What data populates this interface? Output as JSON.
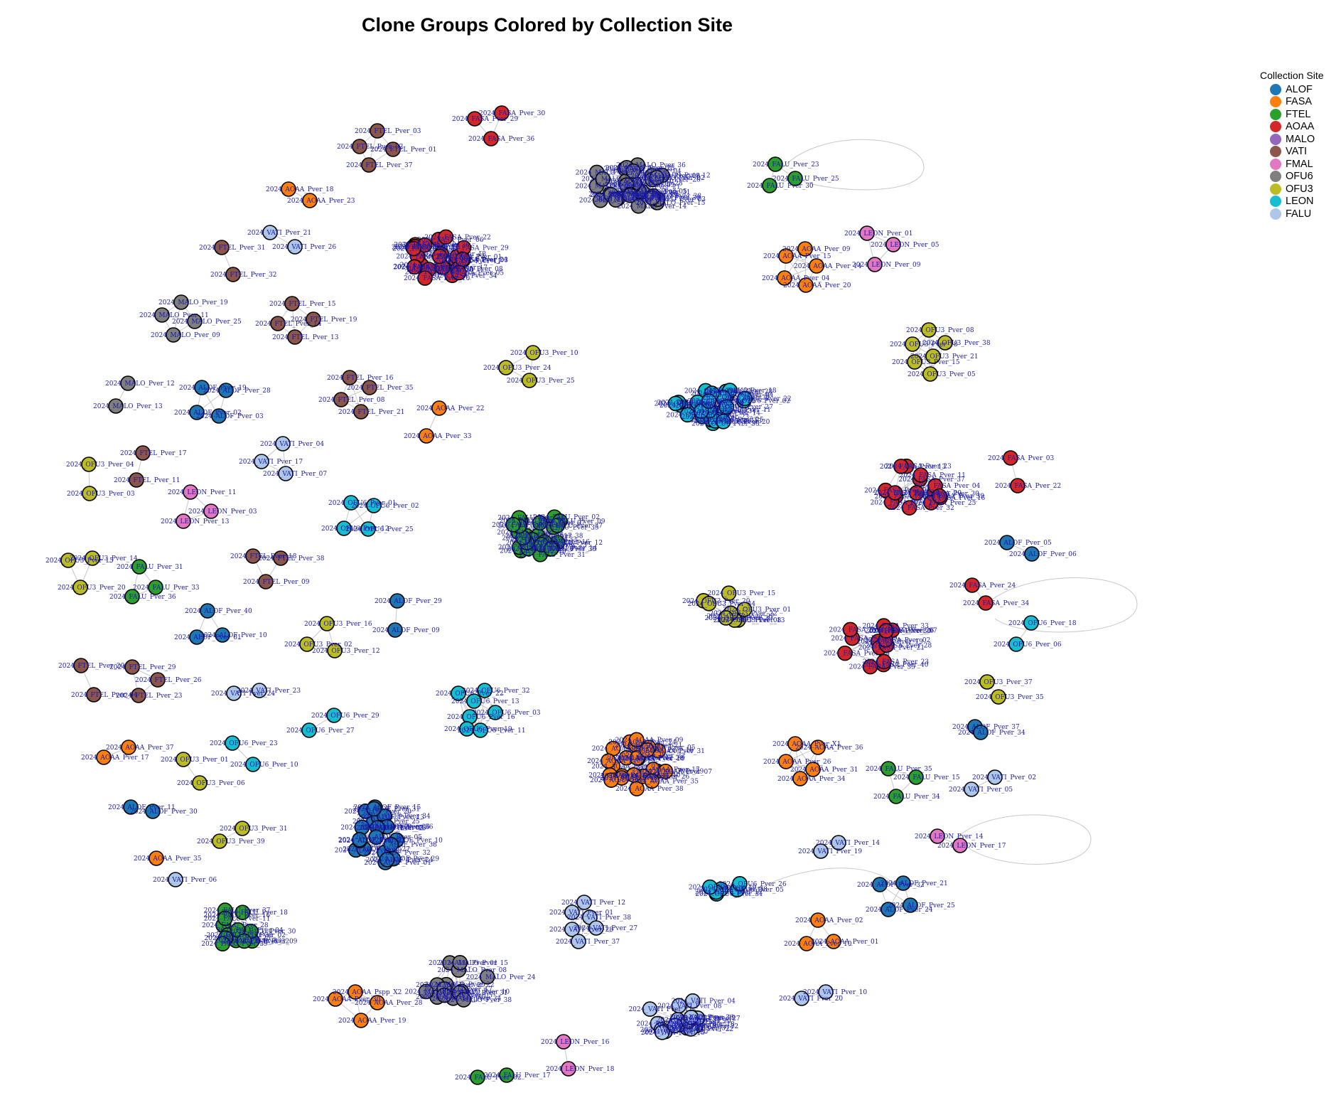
{
  "title": "Clone Groups Colored by Collection Site",
  "legend": {
    "title": "Collection Site",
    "items": [
      {
        "label": "ALOF",
        "color": "#1f77b4"
      },
      {
        "label": "FASA",
        "color": "#ff7f0e"
      },
      {
        "label": "FTEL",
        "color": "#2ca02c"
      },
      {
        "label": "AOAA",
        "color": "#d62728"
      },
      {
        "label": "MALO",
        "color": "#9467bd"
      },
      {
        "label": "VATI",
        "color": "#8c564b"
      },
      {
        "label": "FMAL",
        "color": "#e377c2"
      },
      {
        "label": "OFU6",
        "color": "#7f7f7f"
      },
      {
        "label": "OFU3",
        "color": "#bcbd22"
      },
      {
        "label": "LEON",
        "color": "#17becf"
      },
      {
        "label": "FALU",
        "color": "#aec7e8"
      }
    ]
  },
  "groups": [
    {
      "color": "#8c564b",
      "nodes": [
        {
          "label": "2024_FTEL_Pver_03"
        },
        {
          "label": "2024_FTEL_Pver_02"
        },
        {
          "label": "2024_FTEL_Pver_01"
        },
        {
          "label": "2024_FTEL_Pver_37"
        }
      ]
    },
    {
      "color": "#d62728",
      "nodes": [
        {
          "label": "2024_FASA_Pver_30"
        },
        {
          "label": "2024_FASA_Pver_29"
        },
        {
          "label": "2024_FASA_Pver_36"
        }
      ]
    },
    {
      "color": "#ff7f0e",
      "nodes": [
        {
          "label": "2024_AOAA_Pver_18"
        },
        {
          "label": "2024_AOAA_Pver_23"
        }
      ]
    },
    {
      "color": "#aec7e8",
      "nodes": [
        {
          "label": "2024_VATI_Pver_21"
        },
        {
          "label": "2024_VATI_Pver_26"
        }
      ]
    },
    {
      "color": "#8c564b",
      "nodes": [
        {
          "label": "2024_FTEL_Pver_31"
        },
        {
          "label": "2024_FTEL_Pver_32"
        }
      ]
    },
    {
      "color": "#7f7f7f",
      "nodes": [
        {
          "label": "2024_MALO_Pver_19"
        },
        {
          "label": "2024_MALO_Pver_11"
        },
        {
          "label": "2024_MALO_Pver_25"
        },
        {
          "label": "2024_MALO_Pver_09"
        }
      ]
    },
    {
      "color": "#8c564b",
      "nodes": [
        {
          "label": "2024_FTEL_Pver_15"
        },
        {
          "label": "2024_FTEL_Pver_14"
        },
        {
          "label": "2024_FTEL_Pver_19"
        },
        {
          "label": "2024_FTEL_Pver_13"
        }
      ]
    },
    {
      "color": "#7f7f7f",
      "nodes": [
        {
          "label": "2024_MALO_Pver_12"
        },
        {
          "label": "2024_MALO_Pver_13"
        }
      ]
    },
    {
      "color": "#1f77b4",
      "nodes": [
        {
          "label": "2024_ALOF_Pver_19"
        },
        {
          "label": "2024_ALOF_Pver_28"
        },
        {
          "label": "2024_ALOF_Pver_02"
        },
        {
          "label": "2024_ALOF_Pver_03"
        }
      ]
    },
    {
      "color": "#8c564b",
      "nodes": [
        {
          "label": "2024_FTEL_Pver_16"
        },
        {
          "label": "2024_FTEL_Pver_35"
        },
        {
          "label": "2024_FTEL_Pver_08"
        },
        {
          "label": "2024_FTEL_Pver_21"
        }
      ]
    },
    {
      "color": "#bcbd22",
      "nodes": [
        {
          "label": "2024_OFU3_Pver_10"
        },
        {
          "label": "2024_OFU3_Pver_24"
        },
        {
          "label": "2024_OFU3_Pver_25"
        }
      ]
    },
    {
      "color": "#ff7f0e",
      "nodes": [
        {
          "label": "2024_AOAA_Pver_22"
        },
        {
          "label": "2024_AOAA_Pver_33"
        }
      ]
    },
    {
      "color": "#8c564b",
      "nodes": [
        {
          "label": "2024_FTEL_Pver_17"
        },
        {
          "label": "2024_FTEL_Pver_11"
        }
      ]
    },
    {
      "color": "#bcbd22",
      "nodes": [
        {
          "label": "2024_OFU3_Pver_04"
        },
        {
          "label": "2024_OFU3_Pver_03"
        }
      ]
    },
    {
      "color": "#aec7e8",
      "nodes": [
        {
          "label": "2024_VATI_Pver_04"
        },
        {
          "label": "2024_VATI_Pver_17"
        },
        {
          "label": "2024_VATI_Pver_07"
        }
      ]
    },
    {
      "color": "#e377c2",
      "nodes": [
        {
          "label": "2024_LEON_Pver_11"
        },
        {
          "label": "2024_LEON_Pver_03"
        },
        {
          "label": "2024_LEON_Pver_13"
        }
      ]
    },
    {
      "color": "#17becf",
      "nodes": [
        {
          "label": "2024_OFU6_Pver_01"
        },
        {
          "label": "2024_OFU6_Pver_02"
        },
        {
          "label": "2024_OFU6_Pver_12"
        },
        {
          "label": "2024_OFU6_Pver_25"
        }
      ]
    },
    {
      "color": "#bcbd22",
      "nodes": [
        {
          "label": "2024_OFU3_Pver_15"
        },
        {
          "label": "2024_OFU3_Pver_14"
        },
        {
          "label": "2024_OFU3_Pver_20"
        }
      ]
    },
    {
      "color": "#2ca02c",
      "nodes": [
        {
          "label": "2024_FALU_Pver_31"
        },
        {
          "label": "2024_FALU_Pver_33"
        },
        {
          "label": "2024_FALU_Pver_36"
        }
      ]
    },
    {
      "color": "#8c564b",
      "nodes": [
        {
          "label": "2024_FTEL_Pver_18"
        },
        {
          "label": "2024_FTEL_Pver_38"
        },
        {
          "label": "2024_FTEL_Pver_09"
        }
      ]
    },
    {
      "color": "#1f77b4",
      "nodes": [
        {
          "label": "2024_ALOF_Pver_29"
        },
        {
          "label": "2024_ALOF_Pver_09"
        }
      ]
    },
    {
      "color": "#1f77b4",
      "nodes": [
        {
          "label": "2024_ALOF_Pver_40"
        },
        {
          "label": "2024_ALOF_Pver_01"
        },
        {
          "label": "2024_ALOF_Pver_10"
        }
      ]
    },
    {
      "color": "#bcbd22",
      "nodes": [
        {
          "label": "2024_OFU3_Pver_16"
        },
        {
          "label": "2024_OFU3_Pver_02"
        },
        {
          "label": "2024_OFU3_Pver_12"
        }
      ]
    },
    {
      "color": "#8c564b",
      "nodes": [
        {
          "label": "2024_FTEL_Pver_20"
        },
        {
          "label": "2024_FTEL_Pver_04"
        }
      ]
    },
    {
      "color": "#8c564b",
      "nodes": [
        {
          "label": "2024_FTEL_Pver_29"
        },
        {
          "label": "2024_FTEL_Pver_26"
        },
        {
          "label": "2024_FTEL_Pver_23"
        }
      ]
    },
    {
      "color": "#aec7e8",
      "nodes": [
        {
          "label": "2024_VATI_Pver_24"
        },
        {
          "label": "2024_VATI_Pver_23"
        }
      ]
    },
    {
      "color": "#17becf",
      "nodes": [
        {
          "label": "2024_OFU6_Pver_29"
        },
        {
          "label": "2024_OFU6_Pver_27"
        }
      ]
    },
    {
      "color": "#17becf",
      "nodes": [
        {
          "label": "2024_OFU6_Pver_22"
        },
        {
          "label": "2024_OFU6_Pver_32"
        },
        {
          "label": "2024_OFU6_Pver_13"
        },
        {
          "label": "2024_OFU6_Pver_03"
        },
        {
          "label": "2024_OFU6_Pver_16"
        },
        {
          "label": "2024_OFU6_Pver_19"
        },
        {
          "label": "2024_OFU6_Pver_11"
        }
      ]
    },
    {
      "color": "#ff7f0e",
      "nodes": [
        {
          "label": "2024_AOAA_Pver_37"
        },
        {
          "label": "2024_AOAA_Pver_17"
        }
      ]
    },
    {
      "color": "#17becf",
      "nodes": [
        {
          "label": "2024_OFU6_Pver_23"
        },
        {
          "label": "2024_OFU6_Pver_10"
        }
      ]
    },
    {
      "color": "#bcbd22",
      "nodes": [
        {
          "label": "2024_OFU3_Pver_01"
        },
        {
          "label": "2024_OFU3_Pver_06"
        }
      ]
    },
    {
      "color": "#1f77b4",
      "nodes": [
        {
          "label": "2024_ALOF_Pver_11"
        },
        {
          "label": "2024_ALOF_Pver_30"
        }
      ]
    },
    {
      "color": "#bcbd22",
      "nodes": [
        {
          "label": "2024_OFU3_Pver_31"
        },
        {
          "label": "2024_OFU3_Pver_39"
        }
      ]
    },
    {
      "color": "#ff7f0e",
      "nodes": [
        {
          "label": "2024_AOAA_Pver_35"
        }
      ]
    },
    {
      "color": "#aec7e8",
      "nodes": [
        {
          "label": "2024_VATI_Pver_06"
        }
      ]
    },
    {
      "color": "#2ca02c",
      "nodes": [
        {
          "label": "2024_FALU_Pver_23"
        },
        {
          "label": "2024_FALU_Pver_25"
        },
        {
          "label": "2024_FALU_Pver_30"
        }
      ]
    },
    {
      "color": "#e377c2",
      "nodes": [
        {
          "label": "2024_LEON_Pver_01"
        },
        {
          "label": "2024_LEON_Pver_05"
        },
        {
          "label": "2024_LEON_Pver_09"
        }
      ]
    },
    {
      "color": "#ff7f0e",
      "nodes": [
        {
          "label": "2024_AOAA_Pver_09"
        },
        {
          "label": "2024_AOAA_Pver_15"
        },
        {
          "label": "2024_AOAA_Pver_14"
        },
        {
          "label": "2024_AOAA_Pver_04"
        },
        {
          "label": "2024_AOAA_Pver_20"
        }
      ]
    },
    {
      "color": "#bcbd22",
      "nodes": [
        {
          "label": "2024_OFU3_Pver_08"
        },
        {
          "label": "2024_OFU3_Pver_38"
        },
        {
          "label": "2024_OFU3_Pver_18"
        },
        {
          "label": "2024_OFU3_Pver_21"
        },
        {
          "label": "2024_OFU3_Pver_15"
        },
        {
          "label": "2024_OFU3_Pver_05"
        }
      ]
    },
    {
      "color": "#d62728",
      "nodes": [
        {
          "label": "2024_FASA_Pver_03"
        },
        {
          "label": "2024_FASA_Pver_22"
        }
      ]
    },
    {
      "color": "#1f77b4",
      "nodes": [
        {
          "label": "2024_ALOF_Pver_05"
        },
        {
          "label": "2024_ALOF_Pver_06"
        }
      ]
    },
    {
      "color": "#d62728",
      "nodes": [
        {
          "label": "2024_FASA_Pver_24"
        },
        {
          "label": "2024_FASA_Pver_34"
        }
      ]
    },
    {
      "color": "#17becf",
      "nodes": [
        {
          "label": "2024_OFU6_Pver_18"
        },
        {
          "label": "2024_OFU6_Pver_06"
        }
      ]
    },
    {
      "color": "#bcbd22",
      "nodes": [
        {
          "label": "2024_OFU3_Pver_37"
        },
        {
          "label": "2024_OFU3_Pver_35"
        }
      ]
    },
    {
      "color": "#1f77b4",
      "nodes": [
        {
          "label": "2024_ALOF_Pver_37"
        },
        {
          "label": "2024_ALOF_Pver_34"
        }
      ]
    },
    {
      "color": "#ff7f0e",
      "nodes": [
        {
          "label": "2024_AOAA_Pver_X1"
        },
        {
          "label": "2024_AOAA_Pver_36"
        },
        {
          "label": "2024_AOAA_Pver_26"
        },
        {
          "label": "2024_AOAA_Pver_31"
        },
        {
          "label": "2024_AOAA_Pver_34"
        }
      ]
    },
    {
      "color": "#2ca02c",
      "nodes": [
        {
          "label": "2024_FALU_Pver_35"
        },
        {
          "label": "2024_FALU_Pver_15"
        },
        {
          "label": "2024_FALU_Pver_34"
        }
      ]
    },
    {
      "color": "#aec7e8",
      "nodes": [
        {
          "label": "2024_VATI_Pver_02"
        },
        {
          "label": "2024_VATI_Pver_05"
        }
      ]
    },
    {
      "color": "#aec7e8",
      "nodes": [
        {
          "label": "2024_VATI_Pver_14"
        },
        {
          "label": "2024_VATI_Pver_19"
        }
      ]
    },
    {
      "color": "#e377c2",
      "nodes": [
        {
          "label": "2024_LEON_Pver_14"
        },
        {
          "label": "2024_LEON_Pver_17"
        }
      ]
    },
    {
      "color": "#1f77b4",
      "nodes": [
        {
          "label": "2024_ALOF_Pver_32"
        },
        {
          "label": "2024_ALOF_Pver_21"
        },
        {
          "label": "2024_ALOF_Pver_25"
        },
        {
          "label": "2024_ALOF_Pver_24"
        }
      ]
    },
    {
      "color": "#ff7f0e",
      "nodes": [
        {
          "label": "2024_AOAA_Pver_02"
        },
        {
          "label": "2024_AOAA_Pver_10"
        },
        {
          "label": "2024_AOAA_Pver_01"
        }
      ]
    },
    {
      "color": "#aec7e8",
      "nodes": [
        {
          "label": "2024_VATI_Pver_10"
        },
        {
          "label": "2024_VATI_Pver_20"
        }
      ]
    },
    {
      "color": "#aec7e8",
      "nodes": [
        {
          "label": "2024_VATI_Pver_12"
        },
        {
          "label": "2024_VATI_Pver_01"
        },
        {
          "label": "2024_VATI_Pver_38"
        },
        {
          "label": "2024_VATI_Pver_28"
        },
        {
          "label": "2024_VATI_Pver_27"
        },
        {
          "label": "2024_VATI_Pver_37"
        }
      ]
    },
    {
      "color": "#e377c2",
      "nodes": [
        {
          "label": "2024_LEON_Pver_16"
        },
        {
          "label": "2024_LEON_Pver_18"
        }
      ]
    },
    {
      "color": "#2ca02c",
      "nodes": [
        {
          "label": "2024_FALU_Pver_17"
        },
        {
          "label": "2024_FALU_Pver_02"
        }
      ]
    },
    {
      "color": "#ff7f0e",
      "nodes": [
        {
          "label": "2024_AOAA_Pspp_X2"
        },
        {
          "label": "2024_AOAA_Pver_30"
        },
        {
          "label": "2024_AOAA_Pver_28"
        },
        {
          "label": "2024_AOAA_Pver_19"
        }
      ]
    }
  ],
  "clusters": [
    {
      "color": "#7f7f7f"
    },
    {
      "color": "#d62728"
    },
    {
      "color": "#17becf"
    },
    {
      "color": "#2ca02c"
    },
    {
      "color": "#bcbd22"
    },
    {
      "color": "#d62728"
    },
    {
      "color": "#d62728"
    },
    {
      "color": "#ff7f0e"
    },
    {
      "color": "#1f77b4"
    },
    {
      "color": "#2ca02c"
    },
    {
      "color": "#17becf"
    },
    {
      "color": "#7f7f7f"
    },
    {
      "color": "#aec7e8"
    }
  ]
}
